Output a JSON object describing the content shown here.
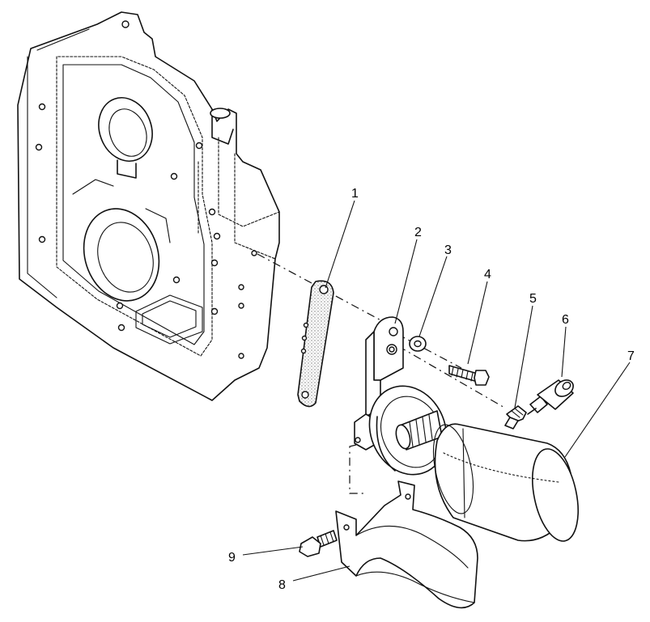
{
  "diagram": {
    "colors": {
      "line": "#111111",
      "background": "#ffffff",
      "gasket_stipple": "#777777"
    },
    "callouts": [
      {
        "id": "1",
        "label": "1"
      },
      {
        "id": "2",
        "label": "2"
      },
      {
        "id": "3",
        "label": "3"
      },
      {
        "id": "4",
        "label": "4"
      },
      {
        "id": "5",
        "label": "5"
      },
      {
        "id": "6",
        "label": "6"
      },
      {
        "id": "7",
        "label": "7"
      },
      {
        "id": "8",
        "label": "8"
      },
      {
        "id": "9",
        "label": "9"
      }
    ]
  }
}
